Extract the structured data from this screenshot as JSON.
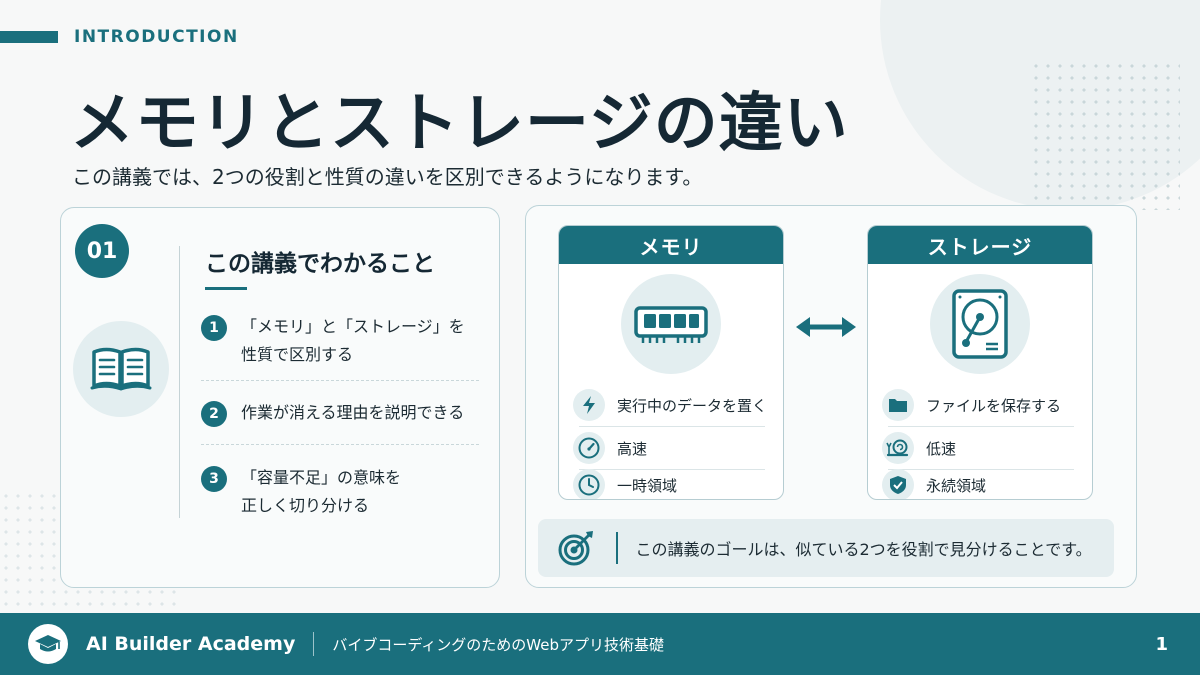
{
  "header": {
    "eyebrow": "INTRODUCTION",
    "title": "メモリとストレージの違い",
    "subtitle": "この講義では、2つの役割と性質の違いを区別できるようになります。"
  },
  "left_card": {
    "badge": "01",
    "heading": "この講義でわかること",
    "icon": "open-book-icon",
    "points": [
      {
        "num": "1",
        "text": "「メモリ」と「ストレージ」を\n性質で区別する"
      },
      {
        "num": "2",
        "text": "作業が消える理由を説明できる"
      },
      {
        "num": "3",
        "text": "「容量不足」の意味を\n正しく切り分ける"
      }
    ]
  },
  "right_card": {
    "memory": {
      "title": "メモリ",
      "icon": "ram-module-icon",
      "rows": [
        {
          "icon": "lightning-icon",
          "text": "実行中のデータを置く"
        },
        {
          "icon": "speedometer-icon",
          "text": "高速"
        },
        {
          "icon": "clock-icon",
          "text": "一時領域"
        }
      ]
    },
    "storage": {
      "title": "ストレージ",
      "icon": "hard-disk-icon",
      "rows": [
        {
          "icon": "folder-icon",
          "text": "ファイルを保存する"
        },
        {
          "icon": "snail-icon",
          "text": "低速"
        },
        {
          "icon": "shield-check-icon",
          "text": "永続領域"
        }
      ]
    },
    "arrow_icon": "double-arrow-icon",
    "goal": {
      "icon": "target-icon",
      "text": "この講義のゴールは、似ている2つを役割で見分けることです。"
    }
  },
  "footer": {
    "logo_icon": "graduation-cap-icon",
    "brand": "AI Builder Academy",
    "course": "バイブコーディングのためのWebアプリ技術基礎",
    "page": "1"
  },
  "colors": {
    "primary": "#1a6f7d",
    "icon_bg": "#e3eef0",
    "title_text": "#152834",
    "background": "#f7f8f8"
  }
}
